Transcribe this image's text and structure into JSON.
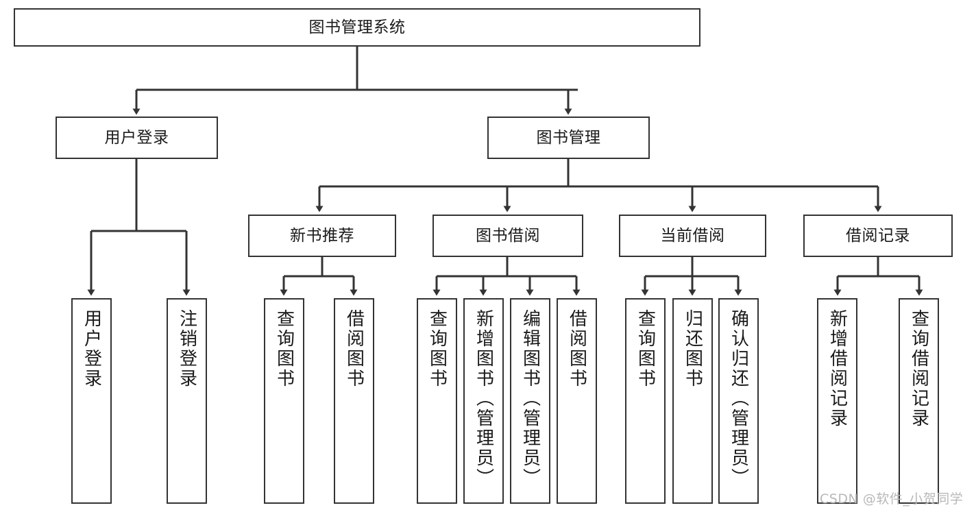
{
  "diagram": {
    "type": "hierarchy-tree",
    "title": "图书管理系统",
    "watermark": "CSDN @软件_小贺同学",
    "colors": {
      "border": "#333333",
      "background": "#ffffff",
      "text": "#1a1a1a",
      "watermark": "#b8b8b8"
    },
    "nodes": {
      "root": {
        "label": "图书管理系统"
      },
      "level1": [
        {
          "label": "用户登录"
        },
        {
          "label": "图书管理"
        }
      ],
      "level2": [
        {
          "label": "新书推荐"
        },
        {
          "label": "图书借阅"
        },
        {
          "label": "当前借阅"
        },
        {
          "label": "借阅记录"
        }
      ],
      "leaves": {
        "user_login": [
          {
            "label": "用户登录"
          },
          {
            "label": "注销登录"
          }
        ],
        "new_book_recommend": [
          {
            "label": "查询图书"
          },
          {
            "label": "借阅图书"
          }
        ],
        "book_borrow": [
          {
            "label": "查询图书"
          },
          {
            "label": "新增图书（管理员）"
          },
          {
            "label": "编辑图书（管理员）"
          },
          {
            "label": "借阅图书"
          }
        ],
        "current_borrow": [
          {
            "label": "查询图书"
          },
          {
            "label": "归还图书"
          },
          {
            "label": "确认归还（管理员）"
          }
        ],
        "borrow_record": [
          {
            "label": "新增借阅记录"
          },
          {
            "label": "查询借阅记录"
          }
        ]
      }
    }
  }
}
